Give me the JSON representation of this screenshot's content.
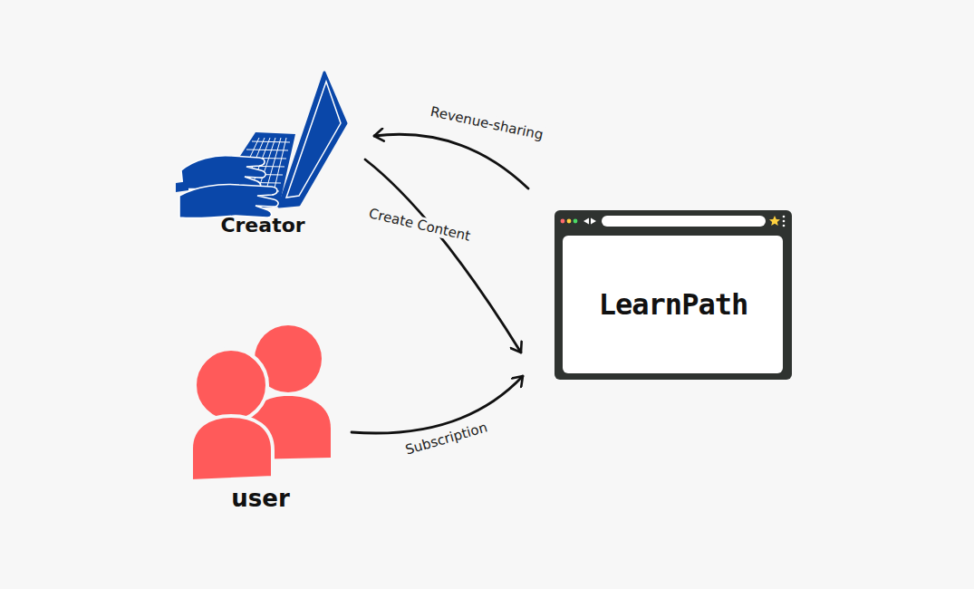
{
  "diagram": {
    "nodes": [
      {
        "text": [
          "Creator"
        ]
      },
      {
        "text": [
          "LearnPath"
        ]
      },
      {
        "text": [
          "user"
        ]
      }
    ],
    "edges": [
      {
        "from": 1,
        "to": 0,
        "label": "Revenue-sharing",
        "arrow": "to"
      },
      {
        "from": 0,
        "to": 1,
        "label": "Create Content",
        "arrow": "to"
      },
      {
        "from": 2,
        "to": 1,
        "label": "Subscription",
        "arrow": "to"
      }
    ]
  }
}
